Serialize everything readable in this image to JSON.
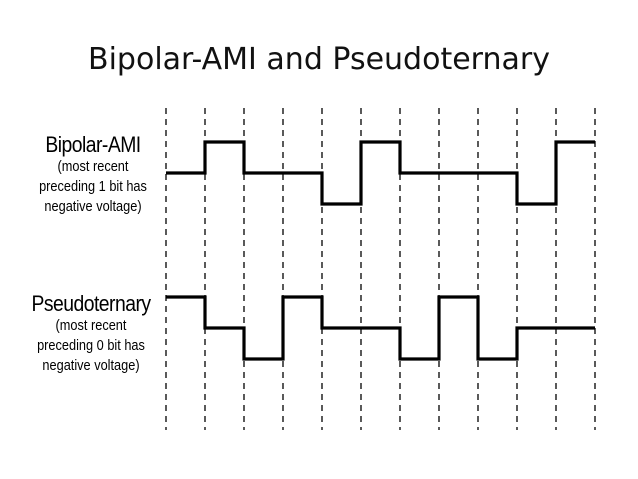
{
  "slide": {
    "title": "Bipolar-AMI and Pseudoternary"
  },
  "bipolar_ami": {
    "heading": "Bipolar-AMI",
    "note_lines": [
      "(most recent",
      "preceding 1 bit has",
      "negative voltage)"
    ],
    "levels": [
      0,
      1,
      0,
      0,
      -1,
      1,
      0,
      0,
      0,
      -1,
      1
    ]
  },
  "pseudoternary": {
    "heading": "Pseudoternary",
    "note_lines": [
      "(most recent",
      "preceding 0 bit has",
      "negative voltage)"
    ],
    "levels": [
      1,
      0,
      -1,
      1,
      0,
      0,
      -1,
      1,
      -1,
      0,
      0
    ]
  },
  "colors": {
    "line": "#000000",
    "text": "#000000",
    "title": "#111111",
    "background": "#ffffff"
  }
}
